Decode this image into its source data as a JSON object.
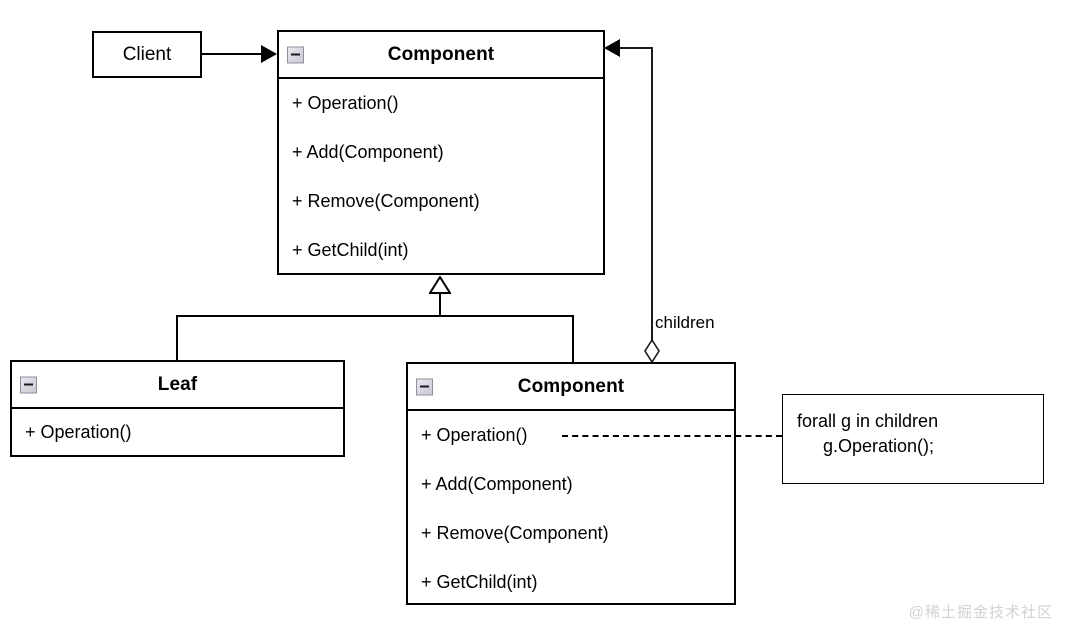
{
  "diagram": {
    "title": "Composite Pattern UML Class Diagram",
    "colors": {
      "stroke": "#000000",
      "fill": "#ffffff",
      "collapse_icon": "#c9c9d4",
      "watermark": "#d2d2d2"
    }
  },
  "client_box": {
    "label": "Client"
  },
  "component_box": {
    "title": "Component",
    "collapse_icon": "minus-icon",
    "members": [
      "+ Operation()",
      "+ Add(Component)",
      "+ Remove(Component)",
      "+ GetChild(int)"
    ]
  },
  "leaf_box": {
    "title": "Leaf",
    "collapse_icon": "minus-icon",
    "members": [
      "+ Operation()"
    ]
  },
  "composite_box": {
    "title": "Component",
    "collapse_icon": "minus-icon",
    "members": [
      "+ Operation()",
      "+ Add(Component)",
      "+ Remove(Component)",
      "+ GetChild(int)"
    ]
  },
  "note_box": {
    "lines": [
      "forall g in children",
      "g.Operation();"
    ]
  },
  "edges": {
    "association_label": "children",
    "client_arrow": "filled-arrow-icon",
    "aggregation_marker": "hollow-diamond-icon",
    "generalization_marker": "hollow-triangle-icon",
    "note_link": "dashed-line"
  },
  "watermark": {
    "text": "@稀土掘金技术社区"
  }
}
